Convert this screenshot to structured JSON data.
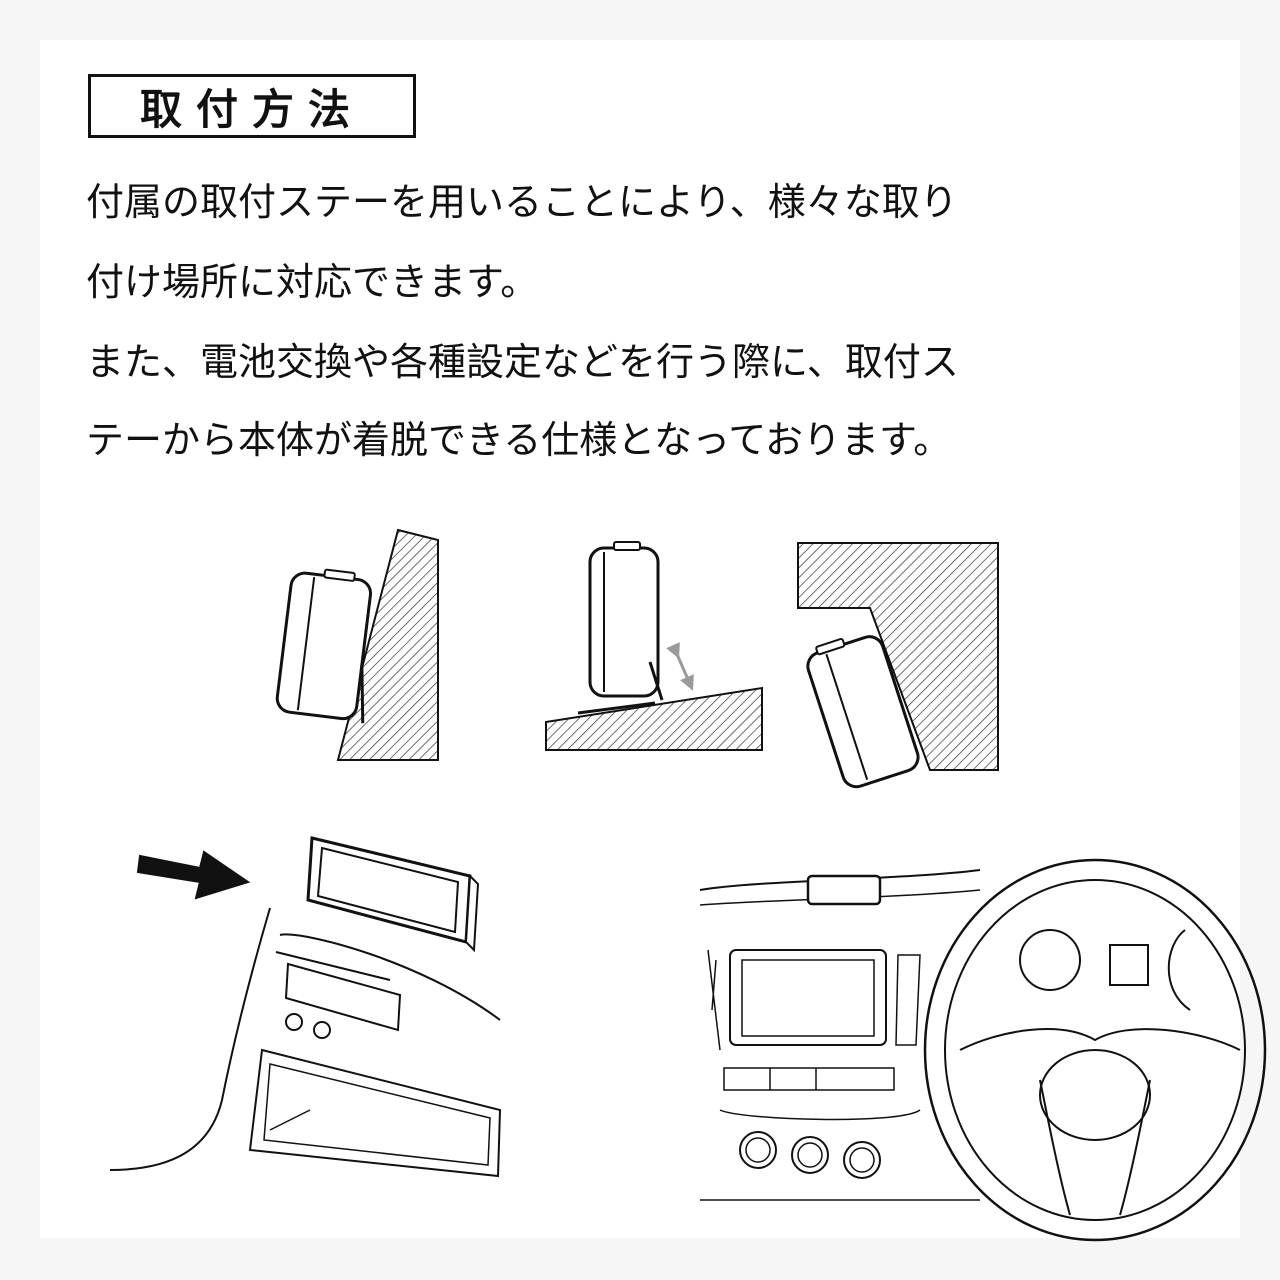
{
  "heading": "取付方法",
  "description": {
    "line1": "付属の取付ステーを用いることにより、様々な取り",
    "line2": "付け場所に対応できます。",
    "line3": "また、電池交換や各種設定などを行う際に、取付ス",
    "line4": "テーから本体が着脱できる仕様となっております。"
  },
  "colors": {
    "ink": "#111111",
    "hatch": "#333333",
    "arrow_gray": "#9a9a9a",
    "paper": "#ffffff"
  },
  "illustrations": [
    "slanted-wall-mount-illustration",
    "tilted-base-mount-illustration",
    "ceiling-corner-mount-illustration",
    "dashboard-mount-closeup-illustration",
    "car-interior-illustration"
  ]
}
